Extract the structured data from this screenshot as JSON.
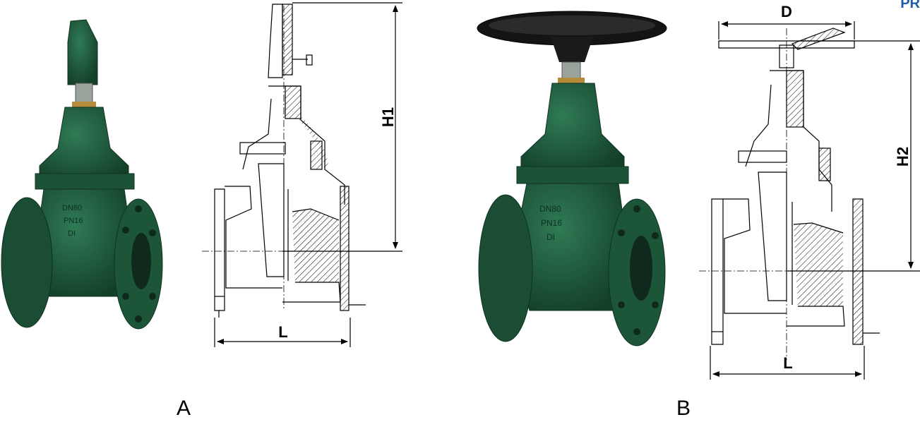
{
  "brand_fragment": "PR",
  "colors": {
    "valve_green": "#1f5a3c",
    "handwheel_black": "#141414",
    "line": "#000000",
    "brand_blue": "#1f5fa8"
  },
  "variant_a": {
    "caption": "A",
    "dim_height_label": "H1",
    "dim_length_label": "L",
    "cast_marks": [
      "DN80",
      "PN16",
      "DI"
    ]
  },
  "variant_b": {
    "caption": "B",
    "dim_height_label": "H2",
    "dim_length_label": "L",
    "dim_diameter_label": "D",
    "cast_marks": [
      "DN80",
      "PN16",
      "DI"
    ]
  }
}
